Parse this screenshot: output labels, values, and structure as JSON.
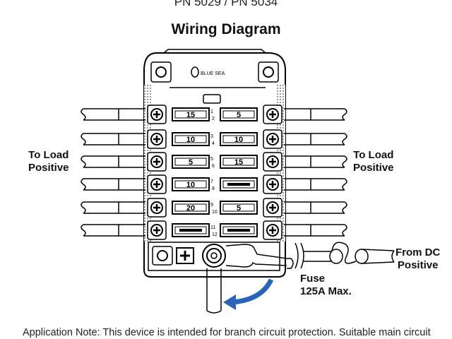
{
  "header": {
    "part_numbers": "PN 5029 / PN 5034",
    "title": "Wiring Diagram"
  },
  "brand": "BLUE SEA",
  "labels": {
    "left_load": [
      "To Load",
      "Positive"
    ],
    "right_load": [
      "To Load",
      "Positive"
    ],
    "dc_source": [
      "From DC",
      "Positive"
    ],
    "fuse": [
      "Fuse",
      "125A Max."
    ]
  },
  "fuses": [
    {
      "left": "15",
      "right": "5",
      "pos_left": "1",
      "pos_right": "2"
    },
    {
      "left": "10",
      "right": "10",
      "pos_left": "3",
      "pos_right": "4"
    },
    {
      "left": "5",
      "right": "15",
      "pos_left": "5",
      "pos_right": "6"
    },
    {
      "left": "10",
      "right": "",
      "pos_left": "7",
      "pos_right": "8"
    },
    {
      "left": "20",
      "right": "5",
      "pos_left": "9",
      "pos_right": "10"
    },
    {
      "left": "",
      "right": "",
      "pos_left": "11",
      "pos_right": "12"
    }
  ],
  "note": "Application Note:  This device is intended for branch circuit protection. Suitable main circuit"
}
